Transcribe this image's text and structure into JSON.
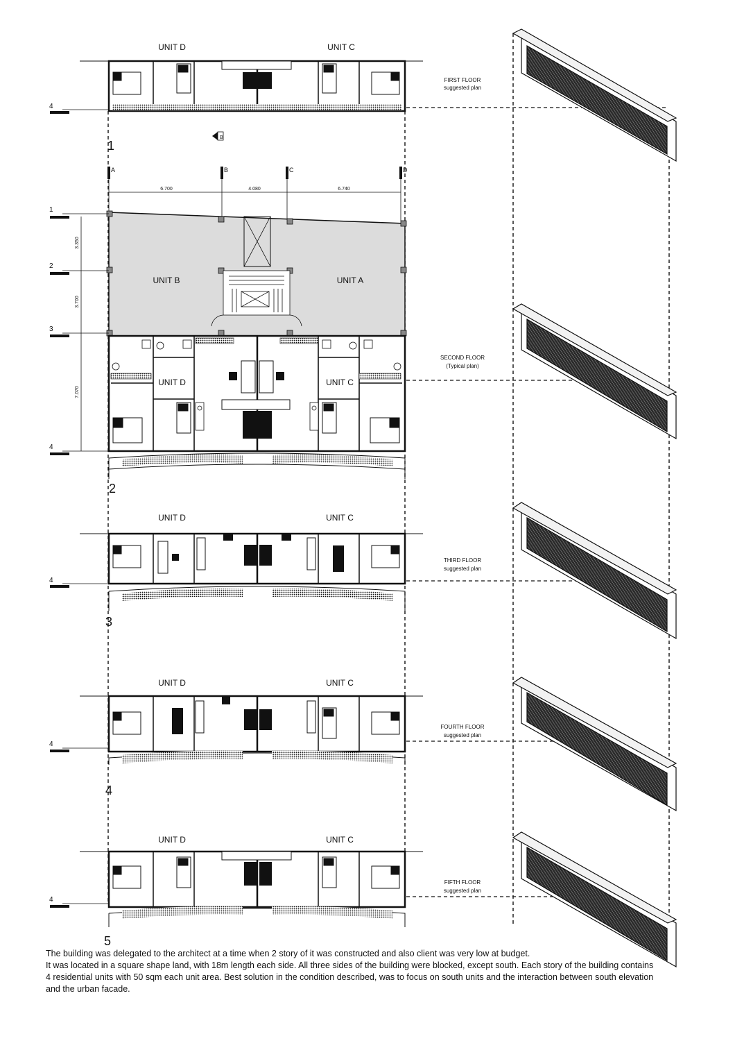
{
  "floors": [
    {
      "id": "first",
      "label_a": "FIRST FLOOR",
      "label_b": "suggested plan",
      "unit_left": "UNIT D",
      "unit_right": "UNIT C",
      "axis": "4",
      "section_num": "1"
    },
    {
      "id": "second",
      "label_a": "SECOND FLOOR",
      "label_b": "(Typical plan)",
      "unit_left": "UNIT D",
      "unit_right": "UNIT C",
      "section_num": "2"
    },
    {
      "id": "third",
      "label_a": "THIRD FLOOR",
      "label_b": "suggested plan",
      "unit_left": "UNIT D",
      "unit_right": "UNIT C",
      "axis": "4",
      "section_num": "3"
    },
    {
      "id": "fourth",
      "label_a": "FOURTH FLOOR",
      "label_b": "suggested plan",
      "unit_left": "UNIT D",
      "unit_right": "UNIT C",
      "axis": "4",
      "section_num": "4"
    },
    {
      "id": "fifth",
      "label_a": "FIFTH FLOOR",
      "label_b": "suggested plan",
      "unit_left": "UNIT D",
      "unit_right": "UNIT C",
      "axis": "4",
      "section_num": "5"
    }
  ],
  "typical_plan": {
    "unit_b": "UNIT B",
    "unit_a": "UNIT A",
    "unit_d": "UNIT D",
    "unit_c": "UNIT C",
    "grid_cols": [
      "A",
      "B",
      "C",
      "D"
    ],
    "grid_rows": [
      "1",
      "2",
      "3",
      "4"
    ],
    "dims_x": [
      "6.700",
      "4.080",
      "6.740"
    ],
    "dims_y": [
      "3.350",
      "3.700",
      "7.070"
    ],
    "section_mark": "B"
  },
  "description": [
    "The building was delegated to the architect at a time when 2 story of it was constructed and also client was very low at budget.",
    "It was located in a square shape land, with 18m length each side. All three sides of the building were blocked, except south. Each story of the building contains 4 residential units with 50 sqm each unit area. Best solution in the condition described, was to focus on south units and the interaction between south elevation and the urban facade."
  ]
}
